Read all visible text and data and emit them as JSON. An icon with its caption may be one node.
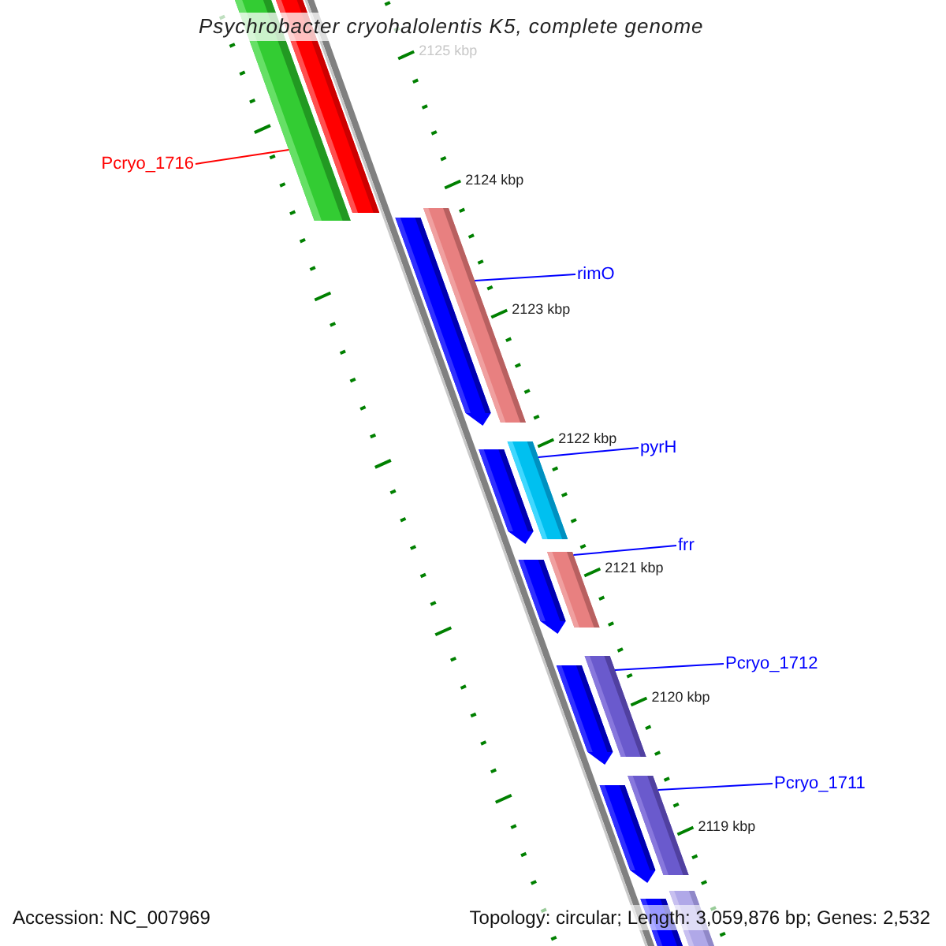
{
  "diagram": {
    "title": "Psychrobacter cryohalolentis K5, complete genome",
    "nodes": [
      {
        "text": [
          "Pcryo_1716"
        ]
      },
      {
        "text": [],
        "shape": "bar"
      },
      {
        "text": [
          "rimO"
        ]
      },
      {
        "text": [],
        "shape": "bar"
      },
      {
        "text": [
          "pyrH"
        ]
      },
      {
        "text": [],
        "shape": "bar"
      },
      {
        "text": [
          "frr"
        ]
      },
      {
        "text": [],
        "shape": "bar"
      },
      {
        "text": [
          "Pcryo_1712"
        ]
      },
      {
        "text": [],
        "shape": "bar"
      },
      {
        "text": [
          "Pcryo_1711"
        ]
      },
      {
        "text": [],
        "shape": "bar"
      }
    ],
    "edges": [
      {
        "from": 0,
        "to": 1,
        "arrow": "none",
        "color": "#ff0000"
      },
      {
        "from": 2,
        "to": 3,
        "arrow": "none"
      },
      {
        "from": 4,
        "to": 5,
        "arrow": "none"
      },
      {
        "from": 6,
        "to": 7,
        "arrow": "none"
      },
      {
        "from": 8,
        "to": 9,
        "arrow": "none"
      },
      {
        "from": 10,
        "to": 11,
        "arrow": "none"
      }
    ],
    "labels": [
      "2125 kbp",
      "2124 kbp",
      "2123 kbp",
      "2122 kbp",
      "2121 kbp",
      "2120 kbp",
      "2119 kbp",
      "Accession: NC_007969",
      "Topology: circular; Length: 3,059,876 bp; Genes: 2,532"
    ]
  }
}
